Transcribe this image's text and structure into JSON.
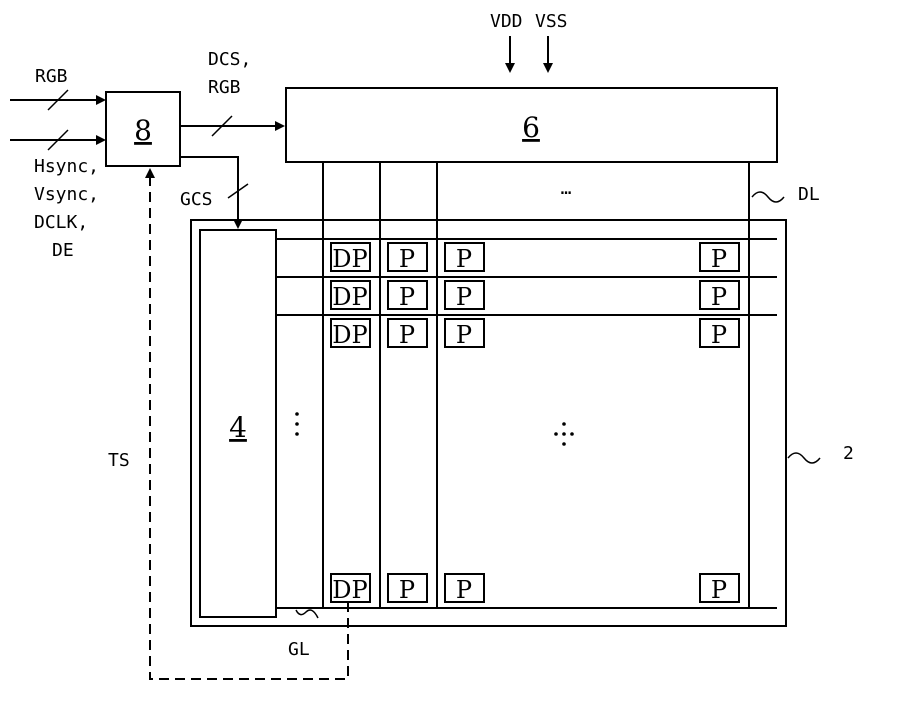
{
  "inputs": {
    "rgb": "RGB",
    "sync_lines": [
      "Hsync,",
      "Vsync,",
      "DCLK,",
      "DE"
    ]
  },
  "signals": {
    "dcs_line1": "DCS,",
    "dcs_line2": "RGB",
    "vdd": "VDD",
    "vss": "VSS",
    "gcs": "GCS",
    "ts": "TS",
    "dl": "DL",
    "gl": "GL"
  },
  "blocks": {
    "timing_controller": "8",
    "data_driver": "6",
    "gate_driver": "4",
    "display_panel": "2"
  },
  "pixels": {
    "detection_pixel": "DP",
    "pixel": "P"
  },
  "ellipsis": "…"
}
